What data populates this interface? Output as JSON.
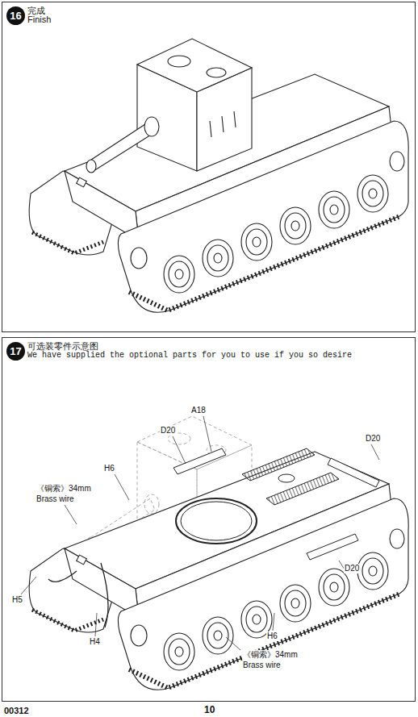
{
  "diagram": {
    "nodes": [
      {
        "text": [
          "完成",
          "Finish"
        ]
      },
      {
        "text": [
          "16"
        ],
        "in": 0
      },
      {
        "text": [
          "可选装零件示意图",
          "We have supplied the optional parts for you to use if you so desire"
        ]
      },
      {
        "text": [
          "17"
        ],
        "in": 2
      }
    ],
    "labels": [
      "A18",
      "D20",
      "D20",
      "H6",
      "《铜索》34mm",
      "Brass wire",
      "H5",
      "H4",
      "H6",
      "《铜索》34mm",
      "Brass wire",
      "D20",
      "00312",
      "10"
    ]
  }
}
